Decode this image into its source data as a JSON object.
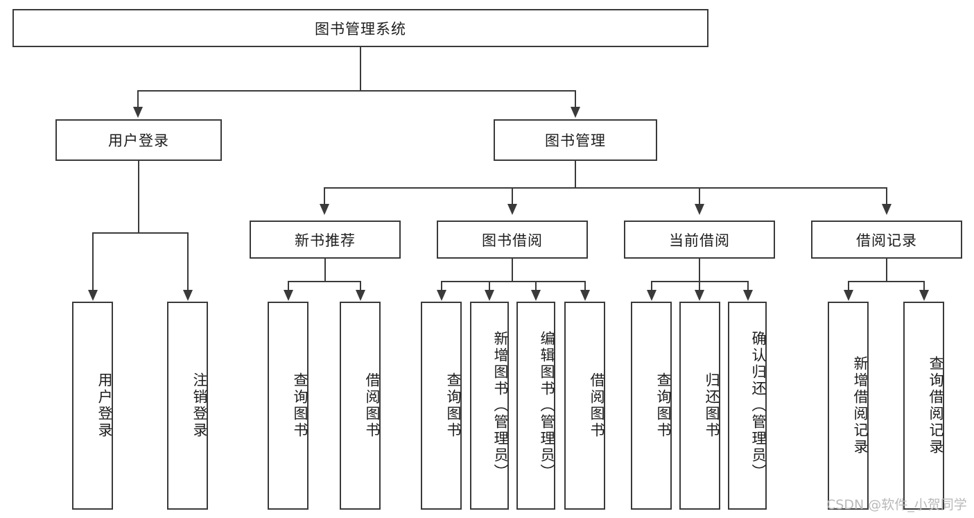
{
  "diagram": {
    "title": "图书管理系统",
    "root": {
      "label": "图书管理系统"
    },
    "level2": [
      {
        "label": "用户登录"
      },
      {
        "label": "图书管理"
      }
    ],
    "level3": [
      {
        "label": "新书推荐"
      },
      {
        "label": "图书借阅"
      },
      {
        "label": "当前借阅"
      },
      {
        "label": "借阅记录"
      }
    ],
    "leaves": {
      "user_login": [
        {
          "label": "用户登录"
        },
        {
          "label": "注销登录"
        }
      ],
      "new_book_recommend": [
        {
          "label": "查询图书"
        },
        {
          "label": "借阅图书"
        }
      ],
      "book_borrow": [
        {
          "label": "查询图书"
        },
        {
          "label": "新增图书（管理员）"
        },
        {
          "label": "编辑图书（管理员）"
        },
        {
          "label": "借阅图书"
        }
      ],
      "current_borrow": [
        {
          "label": "查询图书"
        },
        {
          "label": "归还图书"
        },
        {
          "label": "确认归还（管理员）"
        }
      ],
      "borrow_record": [
        {
          "label": "新增借阅记录"
        },
        {
          "label": "查询借阅记录"
        }
      ]
    }
  },
  "watermark": {
    "text": "CSDN @软件_小贺同学"
  },
  "colors": {
    "border": "#3a3a3a",
    "text": "#1c1c1c",
    "background": "#ffffff",
    "watermark": "#b9b9b9"
  }
}
